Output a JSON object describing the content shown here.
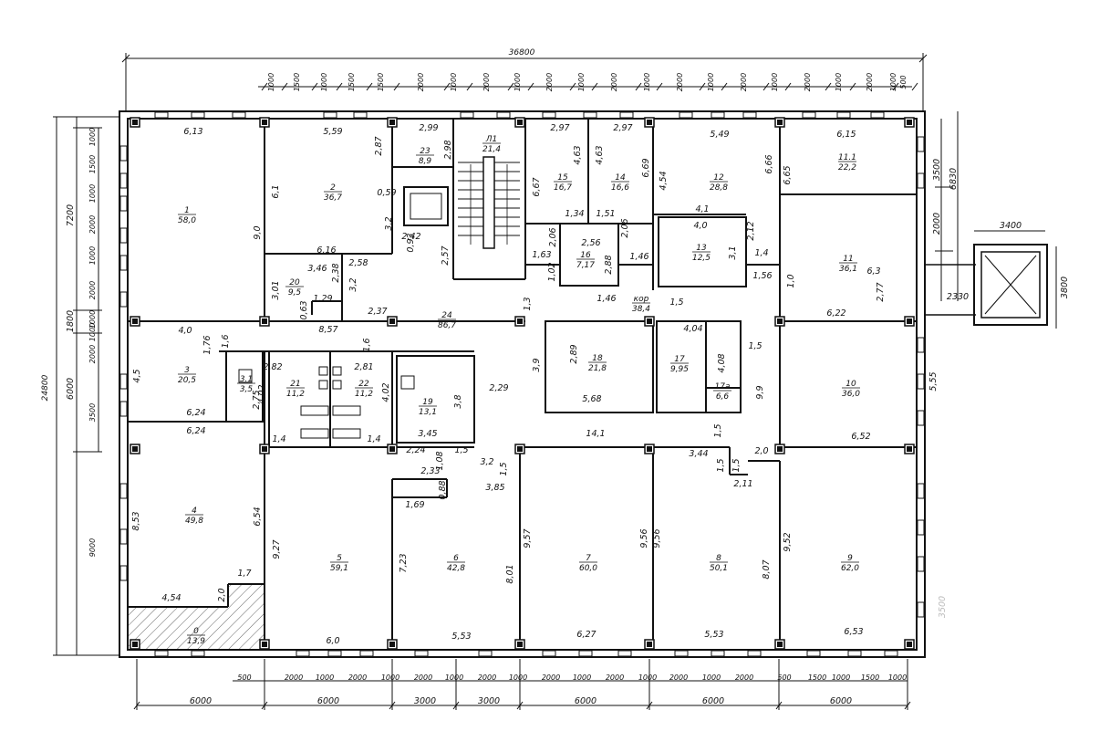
{
  "drawing": {
    "overall_width": "36800",
    "overall_height": "24800",
    "stair_exit_width": "3400",
    "stair_exit_depth": "3800",
    "top_chain": [
      "1000",
      "1500",
      "1000",
      "1500",
      "1500",
      "2000",
      "1000",
      "2000",
      "1000",
      "2000",
      "1000",
      "2000",
      "1000",
      "2000",
      "1000",
      "2000",
      "1000",
      "2000",
      "1000",
      "2000",
      "1000",
      "2000",
      "500"
    ],
    "bottom_chain": [
      "500",
      "2000",
      "1000",
      "2000",
      "1000",
      "2000",
      "1000",
      "2000",
      "1000",
      "2000",
      "1000",
      "2000",
      "1000",
      "2000",
      "1000",
      "2000",
      "500",
      "1500",
      "1000",
      "1500",
      "1000"
    ],
    "bottom_bays": [
      "6000",
      "6000",
      "3000",
      "3000",
      "6000",
      "6000",
      "6000"
    ],
    "left_chain": [
      "1000",
      "1500",
      "1000",
      "2000",
      "1000",
      "2000",
      "1000",
      "1000",
      "2000",
      "3500",
      "9000"
    ],
    "left_bays": [
      "7200",
      "1800",
      "6000"
    ],
    "right_chain": [
      "3500",
      "2000",
      "2330"
    ],
    "right_total": "6830",
    "right_faint": [
      "3500"
    ]
  },
  "rooms": [
    {
      "id": "1",
      "area": "58,0"
    },
    {
      "id": "2",
      "area": "36,7"
    },
    {
      "id": "23",
      "area": "8,9"
    },
    {
      "id": "Л1",
      "area": "21,4"
    },
    {
      "id": "15",
      "area": "16,7"
    },
    {
      "id": "14",
      "area": "16,6"
    },
    {
      "id": "12",
      "area": "28,8"
    },
    {
      "id": "11.1",
      "area": "22,2"
    },
    {
      "id": "16",
      "area": "7,17"
    },
    {
      "id": "13",
      "area": "12,5"
    },
    {
      "id": "11",
      "area": "36,1"
    },
    {
      "id": "20",
      "area": "9,5"
    },
    {
      "id": "24",
      "area": "86,7"
    },
    {
      "id": "кор",
      "area": "38,4"
    },
    {
      "id": "3",
      "area": "20,5"
    },
    {
      "id": "3.1",
      "area": "3,5"
    },
    {
      "id": "21",
      "area": "11,2"
    },
    {
      "id": "22",
      "area": "11,2"
    },
    {
      "id": "19",
      "area": "13,1"
    },
    {
      "id": "18",
      "area": "21,8"
    },
    {
      "id": "17",
      "area": "9,95"
    },
    {
      "id": "17а",
      "area": "6,6"
    },
    {
      "id": "10",
      "area": "36,0"
    },
    {
      "id": "4",
      "area": "49,8"
    },
    {
      "id": "0",
      "area": "13,9"
    },
    {
      "id": "5",
      "area": "59,1"
    },
    {
      "id": "6",
      "area": "42,8"
    },
    {
      "id": "7",
      "area": "60,0"
    },
    {
      "id": "8",
      "area": "50,1"
    },
    {
      "id": "9",
      "area": "62,0"
    }
  ],
  "dims": [
    "6,13",
    "5,59",
    "2,99",
    "2,97",
    "2,97",
    "5,49",
    "6,15",
    "2,87",
    "2,98",
    "6,67",
    "4,63",
    "4,63",
    "6,69",
    "4,54",
    "6,66",
    "6,65",
    "6,1",
    "0,59",
    "9,0",
    "3,2",
    "2,42",
    "0,93",
    "2,57",
    "2,06",
    "1,34",
    "1,51",
    "2,06",
    "2,56",
    "2,88",
    "1,46",
    "1,02",
    "1,63",
    "4,1",
    "4,0",
    "2,12",
    "3,1",
    "1,4",
    "1,56",
    "1,0",
    "6,3",
    "2,77",
    "6,16",
    "2,58",
    "3,46",
    "2,38",
    "3,01",
    "3,2",
    "1,29",
    "0,63",
    "2,37",
    "8,57",
    "1,3",
    "1,46",
    "1,5",
    "6,22",
    "4,0",
    "1,76",
    "1,6",
    "1,6",
    "4,04",
    "1,5",
    "4,5",
    "2,82",
    "2,81",
    "4,02",
    "4,02",
    "2,75",
    "3,9",
    "2,89",
    "4,08",
    "9,9",
    "5,55",
    "2,29",
    "3,8",
    "5,68",
    "6,24",
    "6,24",
    "1,4",
    "1,4",
    "3,45",
    "14,1",
    "1,5",
    "2,24",
    "1,08",
    "1,5",
    "3,2",
    "1,5",
    "3,44",
    "1,5",
    "1,5",
    "2,0",
    "6,52",
    "2,33",
    "0,88",
    "3,85",
    "2,11",
    "1,69",
    "8,53",
    "6,54",
    "9,27",
    "7,23",
    "8,01",
    "9,57",
    "9,56",
    "9,56",
    "8,07",
    "9,52",
    "1,7",
    "4,54",
    "2,0",
    "6,0",
    "5,53",
    "6,27",
    "5,53",
    "6,53"
  ]
}
